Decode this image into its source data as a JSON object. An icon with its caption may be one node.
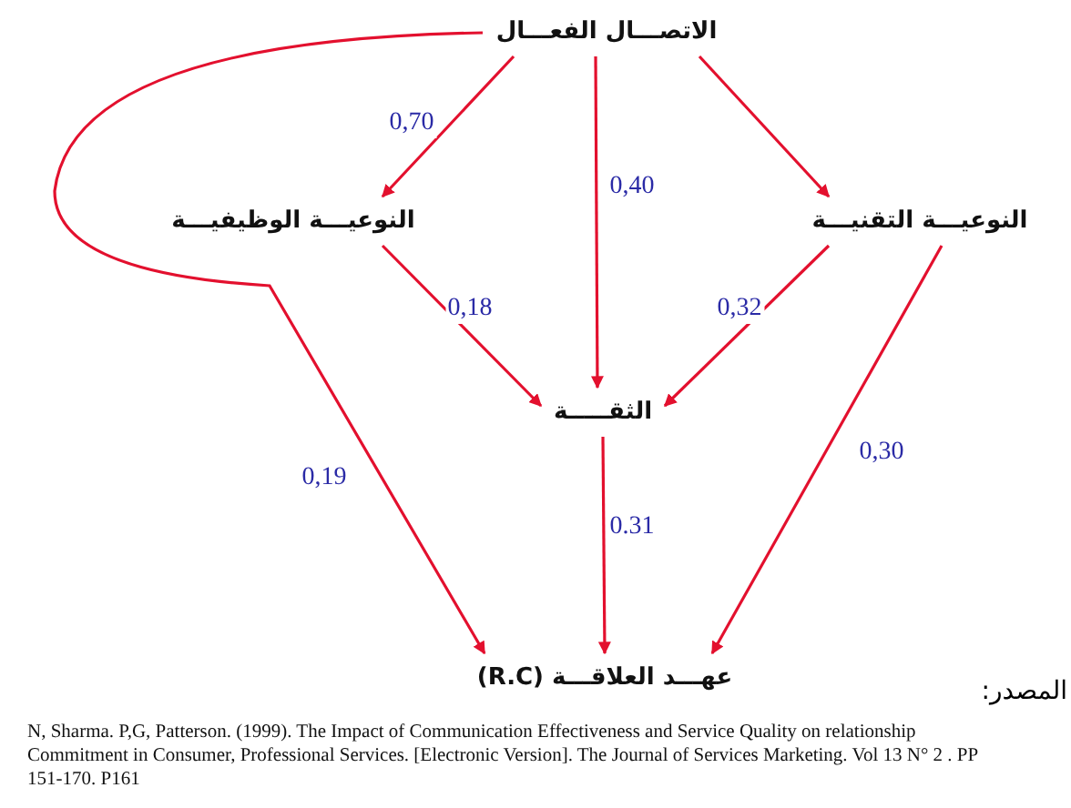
{
  "diagram": {
    "nodes": [
      {
        "text": [
          "الاتصـــال الفعـــال"
        ]
      },
      {
        "text": [
          "النوعيـــة الوظيفيـــة"
        ]
      },
      {
        "text": [
          "النوعيـــة التقنيـــة"
        ]
      },
      {
        "text": [
          "الثقـــــة"
        ]
      },
      {
        "text": [
          "عهـــد العلاقـــة (R.C)"
        ]
      }
    ],
    "edges": [
      {
        "from": 0,
        "to": 1,
        "arrow": "to",
        "label": "0,70"
      },
      {
        "from": 0,
        "to": 3,
        "arrow": "to",
        "label": "0,40"
      },
      {
        "from": 0,
        "to": 2,
        "arrow": "to"
      },
      {
        "from": 1,
        "to": 3,
        "arrow": "to",
        "label": "0,18"
      },
      {
        "from": 2,
        "to": 3,
        "arrow": "to",
        "label": "0,32"
      },
      {
        "from": 0,
        "to": 4,
        "arrow": "to",
        "label": "0,19"
      },
      {
        "from": 2,
        "to": 4,
        "arrow": "to",
        "label": "0,30"
      },
      {
        "from": 3,
        "to": 4,
        "arrow": "to",
        "label": "0.31"
      }
    ],
    "labels": [
      "المصدر:",
      "N, Sharma. P,G, Patterson. (1999). The Impact of Communication Effectiveness and Service Quality on relationship Commitment in Consumer, Professional Services. [Electronic Version]. The Journal of Services Marketing. Vol 13 N° 2 . PP 151-170. P161"
    ]
  }
}
